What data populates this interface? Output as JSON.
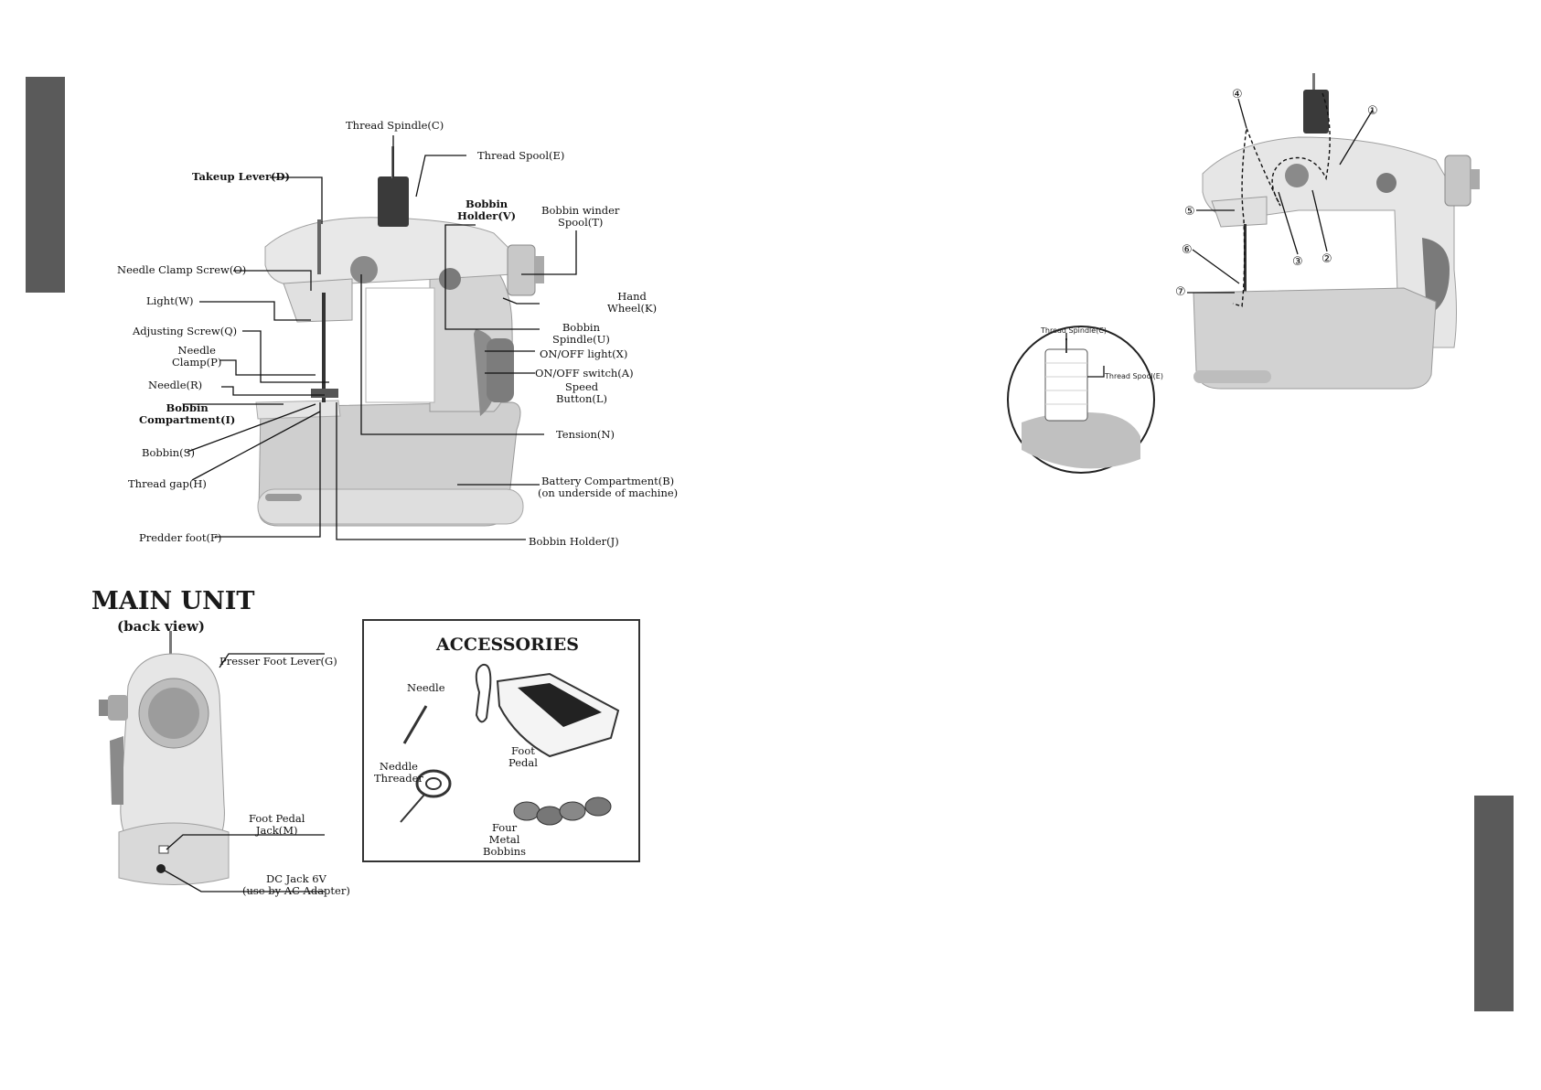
{
  "front_labels": {
    "thread_spindle": "Thread Spindle(C)",
    "thread_spool": "Thread Spool(E)",
    "takeup_lever": "Takeup Lever(D)",
    "bobbin_holder_v": "Bobbin\nHolder(V)",
    "bobbin_winder_spool": "Bobbin winder\nSpool(T)",
    "needle_clamp_screw": "Needle Clamp Screw(O)",
    "light": "Light(W)",
    "hand_wheel": "Hand\nWheel(K)",
    "bobbin_spindle": "Bobbin\nSpindle(U)",
    "adjusting_screw": "Adjusting Screw(Q)",
    "on_off_light": "ON/OFF light(X)",
    "needle_clamp": "Needle\nClamp(P)",
    "on_off_switch": "ON/OFF switch(A)",
    "needle": "Needle(R)",
    "speed_button": "Speed\nButton(L)",
    "bobbin_compartment": "Bobbin\nCompartment(I)",
    "tension": "Tension(N)",
    "bobbin": "Bobbin(S)",
    "battery_compartment": "Battery Compartment(B)\n(on underside of machine)",
    "thread_gap": "Thread gap(H)",
    "predder_foot": "Predder foot(F)",
    "bobbin_holder_j": "Bobbin Holder(J)"
  },
  "main_unit": {
    "title": "MAIN UNIT",
    "subtitle": "(back view)",
    "presser_foot_lever": "Presser Foot Lever(G)",
    "foot_pedal_jack": "Foot Pedal\nJack(M)",
    "dc_jack": "DC Jack 6V\n(use by AC Adapter)"
  },
  "accessories": {
    "title": "ACCESSORIES",
    "needle": "Needle",
    "foot_pedal": "Foot\nPedal",
    "needle_threader": "Neddle\nThreader",
    "bobbins": "Four\nMetal\nBobbins"
  },
  "threading": {
    "steps": [
      "①",
      "②",
      "③",
      "④",
      "⑤",
      "⑥",
      "⑦"
    ],
    "inset_spindle": "Thread Spindle(C)",
    "inset_spool": "Thread\nSpool(E)"
  },
  "colors": {
    "tab": "#5a5a5a",
    "machine_light": "#e6e6e6",
    "machine_mid": "#c9c9c9",
    "machine_dark": "#8a8a8a"
  }
}
